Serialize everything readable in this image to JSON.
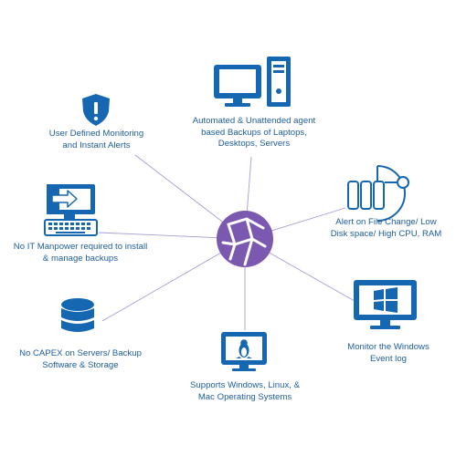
{
  "colors": {
    "icon_blue": "#1667b2",
    "connector": "#a99ad6",
    "hub": "#7b59b0",
    "text": "#1d5c9c"
  },
  "hub": {
    "icon": "network-globe-icon"
  },
  "nodes": [
    {
      "id": "backup-agent",
      "icon": "desktop-and-tower-icon",
      "lines": [
        "Automated & Unattended agent",
        "based Backups of Laptops,",
        "Desktops, Servers"
      ]
    },
    {
      "id": "monitoring",
      "icon": "shield-alert-icon",
      "lines": [
        "User Defined Monitoring",
        "and Instant Alerts"
      ]
    },
    {
      "id": "alerts",
      "icon": "battery-clock-icon",
      "lines": [
        "Alert on File Change/ Low",
        "Disk space/ High CPU, RAM"
      ]
    },
    {
      "id": "manpower",
      "icon": "computer-login-icon",
      "lines": [
        "No IT Manpower required to install",
        "& manage backups"
      ]
    },
    {
      "id": "event-log",
      "icon": "windows-monitor-icon",
      "lines": [
        "Monitor the Windows",
        "Event log"
      ]
    },
    {
      "id": "capex",
      "icon": "database-icon",
      "lines": [
        "No CAPEX on Servers/ Backup",
        "Software & Storage"
      ]
    },
    {
      "id": "os-support",
      "icon": "linux-monitor-icon",
      "lines": [
        "Supports Windows, Linux, &",
        "Mac Operating Systems"
      ]
    }
  ]
}
